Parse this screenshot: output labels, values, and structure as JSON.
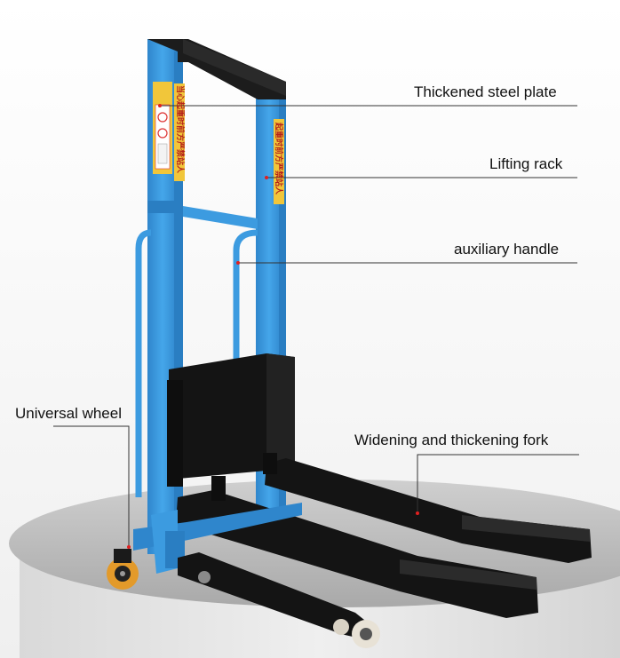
{
  "callouts": {
    "steel_plate": "Thickened steel plate",
    "lifting_rack": "Lifting rack",
    "auxiliary_handle": "auxiliary handle",
    "universal_wheel": "Universal wheel",
    "fork": "Widening and thickening fork"
  },
  "warning_labels": {
    "left": "当心起重时前方严禁站人",
    "right": "起重时前方严禁站人"
  },
  "colors": {
    "frame": "#3c9be0",
    "frame_dark": "#2a7ec2",
    "fork": "#141414",
    "platform": "#c9c9c9",
    "wheel": "#e39a2a",
    "callout_line": "#333333",
    "callout_dot": "#e02020",
    "warning_bg": "#f1c63a"
  }
}
